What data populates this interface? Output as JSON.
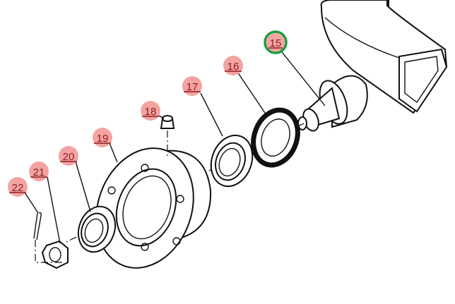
{
  "diagram": {
    "type": "exploded-parts-view",
    "highlight_color": "#1e9a3c",
    "bubble_color": "#f4a3a3",
    "callouts": [
      {
        "number": "15",
        "part": "spindle",
        "highlighted": true
      },
      {
        "number": "16",
        "part": "oil-seal",
        "highlighted": false
      },
      {
        "number": "17",
        "part": "inner-bearing",
        "highlighted": false
      },
      {
        "number": "18",
        "part": "grease-nipple",
        "highlighted": false
      },
      {
        "number": "19",
        "part": "hub",
        "highlighted": false
      },
      {
        "number": "20",
        "part": "outer-bearing",
        "highlighted": false
      },
      {
        "number": "21",
        "part": "castle-nut",
        "highlighted": false
      },
      {
        "number": "22",
        "part": "cotter-pin",
        "highlighted": false
      }
    ]
  }
}
